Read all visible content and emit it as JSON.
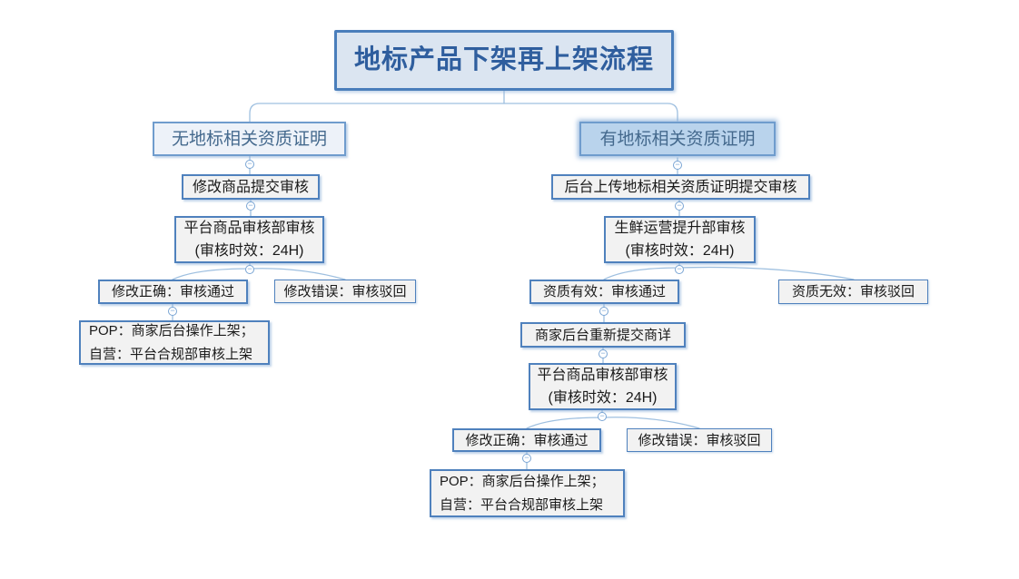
{
  "diagram": {
    "title": "地标产品下架再上架流程",
    "left": {
      "header": "无地标相关资质证明",
      "submit": "修改商品提交审核",
      "review": "平台商品审核部审核\n(审核时效：24H)",
      "pass": "修改正确：审核通过",
      "reject": "修改错误：审核驳回",
      "result": "POP：商家后台操作上架；\n自营：平台合规部审核上架"
    },
    "right": {
      "header": "有地标相关资质证明",
      "submit": "后台上传地标相关资质证明提交审核",
      "review": "生鲜运营提升部审核\n(审核时效：24H)",
      "pass": "资质有效：审核通过",
      "reject": "资质无效：审核驳回",
      "resubmit": "商家后台重新提交商详",
      "review2": "平台商品审核部审核\n(审核时效：24H)",
      "pass2": "修改正确：审核通过",
      "reject2": "修改错误：审核驳回",
      "result": "POP：商家后台操作上架；\n自营：平台合规部审核上架"
    },
    "collapse_glyph": "−",
    "colors": {
      "accent_border": "#4f81bd",
      "title_fill": "#dbe5f1",
      "title_text": "#2f5e9e",
      "branch_fill": "#edf2f9",
      "branch_selected_fill": "#b9d3ec",
      "branch_text": "#44698d",
      "node_fill": "#f2f2f2",
      "connector": "#9fc0e0"
    }
  }
}
